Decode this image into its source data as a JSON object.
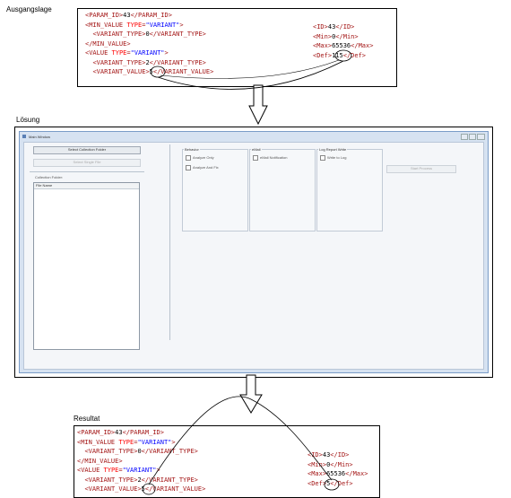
{
  "labels": {
    "ausgangslage": "Ausgangslage",
    "loesung": "Lösung",
    "resultat": "Resultat"
  },
  "top_left_xml": [
    [
      [
        "tag",
        "<PARAM_ID>"
      ],
      [
        "txt",
        "43"
      ],
      [
        "tag",
        "</PARAM_ID>"
      ]
    ],
    [
      [
        "tag",
        "<MIN_VALUE "
      ],
      [
        "attr",
        "TYPE"
      ],
      [
        "tag",
        "="
      ],
      [
        "val",
        "\"VARIANT\""
      ],
      [
        "tag",
        ">"
      ]
    ],
    [
      [
        "txt",
        "  "
      ],
      [
        "tag",
        "<VARIANT_TYPE>"
      ],
      [
        "txt",
        "0"
      ],
      [
        "tag",
        "</VARIANT_TYPE>"
      ]
    ],
    [
      [
        "tag",
        "</MIN_VALUE>"
      ]
    ],
    [
      [
        "tag",
        "<VALUE "
      ],
      [
        "attr",
        "TYPE"
      ],
      [
        "tag",
        "="
      ],
      [
        "val",
        "\"VARIANT\""
      ],
      [
        "tag",
        ">"
      ]
    ],
    [
      [
        "txt",
        "  "
      ],
      [
        "tag",
        "<VARIANT_TYPE>"
      ],
      [
        "txt",
        "2"
      ],
      [
        "tag",
        "</VARIANT_TYPE>"
      ]
    ],
    [
      [
        "txt",
        "  "
      ],
      [
        "tag",
        "<VARIANT_VALUE>"
      ],
      [
        "txt",
        "5"
      ],
      [
        "tag",
        "</VARIANT_VALUE>"
      ]
    ]
  ],
  "top_right_xml": [
    [
      [
        "tag",
        "<ID>"
      ],
      [
        "txt",
        "43"
      ],
      [
        "tag",
        "</ID>"
      ]
    ],
    [
      [
        "tag",
        "<Min>"
      ],
      [
        "txt",
        "0"
      ],
      [
        "tag",
        "</Min>"
      ]
    ],
    [
      [
        "tag",
        "<Max>"
      ],
      [
        "txt",
        "65536"
      ],
      [
        "tag",
        "</Max>"
      ]
    ],
    [
      [
        "tag",
        "<Def>"
      ],
      [
        "txt",
        "115"
      ],
      [
        "tag",
        "</Def>"
      ]
    ]
  ],
  "bottom_right_xml": [
    [
      [
        "tag",
        "<ID>"
      ],
      [
        "txt",
        "43"
      ],
      [
        "tag",
        "</ID>"
      ]
    ],
    [
      [
        "tag",
        "<Min>"
      ],
      [
        "txt",
        "0"
      ],
      [
        "tag",
        "</Min>"
      ]
    ],
    [
      [
        "tag",
        "<Max>"
      ],
      [
        "txt",
        "65536"
      ],
      [
        "tag",
        "</Max>"
      ]
    ],
    [
      [
        "tag",
        "<Def>"
      ],
      [
        "txt",
        "5"
      ],
      [
        "tag",
        "</Def>"
      ]
    ]
  ],
  "window": {
    "title": "Main Window",
    "select_collection_button": "Select Collection Folder",
    "select_single_file_button": "Select Single File",
    "collection_folder_label": "Collection Folder:",
    "file_list_header": "File Name",
    "group_general": "Behavior",
    "chk_analyze_only": "Analyze Only",
    "chk_analyze_fix": "Analyze And Fix",
    "group_email": "eMail",
    "chk_email": "eMail Notification",
    "group_log": "Log Report Write",
    "chk_log": "Write to Log",
    "start_button": "Start Process"
  },
  "colors": {
    "tag": "#a31515",
    "attr": "#ff0000",
    "value": "#0000ff",
    "window_frame": "#d6e2f1"
  }
}
